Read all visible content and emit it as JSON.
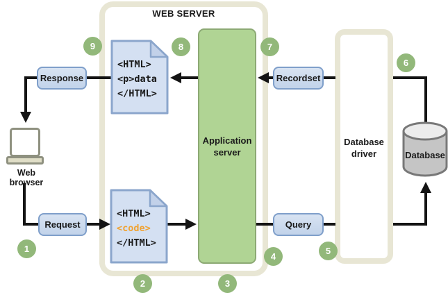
{
  "diagram": {
    "container_title": "WEB SERVER",
    "browser": {
      "label": "Web browser"
    },
    "boxes": {
      "response": "Response",
      "request": "Request",
      "recordset": "Recordset",
      "query": "Query"
    },
    "app_server": {
      "line1": "Application",
      "line2": "server"
    },
    "db_driver": {
      "line1": "Database",
      "line2": "driver"
    },
    "database": {
      "label": "Database"
    },
    "doc_top": {
      "line1": "<HTML>",
      "line2": "<p>data",
      "line3": "</HTML>"
    },
    "doc_bottom": {
      "line1": "<HTML>",
      "line2": "<code>",
      "line3": "</HTML>"
    },
    "steps": {
      "s1": "1",
      "s2": "2",
      "s3": "3",
      "s4": "4",
      "s5": "5",
      "s6": "6",
      "s7": "7",
      "s8": "8",
      "s9": "9"
    },
    "colors": {
      "container_border": "#e8e6d4",
      "app_server_fill": "#b0d494",
      "app_server_border": "#8ca974",
      "box_fill": "#cadaee",
      "box_border": "#7f9fca",
      "doc_fill": "#d4e0f2",
      "doc_border": "#8ba6cc",
      "step_circle": "#92b87a",
      "code_orange": "#f0a232",
      "database_fill": "#c5c5c5",
      "arrow": "#141414"
    }
  }
}
